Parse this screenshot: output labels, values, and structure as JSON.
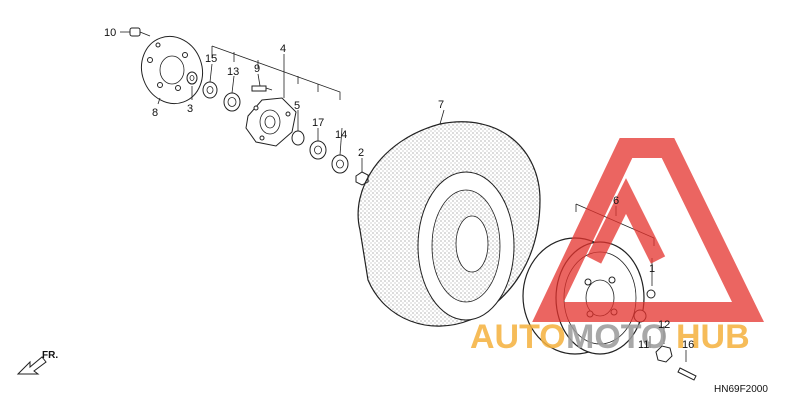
{
  "callouts": {
    "c1": "1",
    "c2": "2",
    "c3": "3",
    "c4": "4",
    "c5": "5",
    "c6": "6",
    "c7": "7",
    "c8": "8",
    "c9": "9",
    "c10": "10",
    "c11": "11",
    "c12": "12",
    "c13": "13",
    "c14": "14",
    "c15": "15",
    "c16": "16",
    "c17": "17"
  },
  "direction_label": "FR.",
  "drawing_code": "HN69F2000",
  "watermark": {
    "part1": "AUTO",
    "part2": "MOTO",
    "part3": "HUB",
    "orange": "#f5b13d",
    "gray": "#9a9a9a",
    "red": "#e5322d"
  }
}
